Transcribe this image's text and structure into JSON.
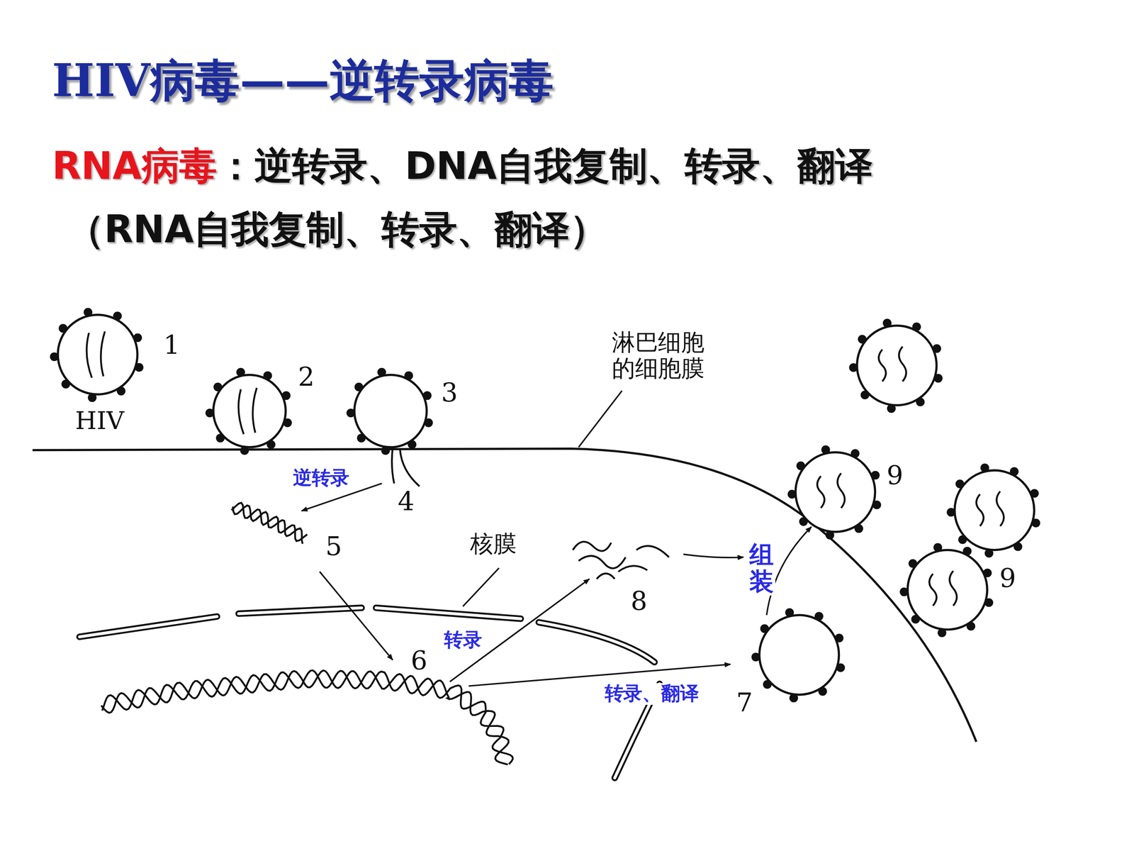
{
  "diagram": {
    "title": "HIV病毒——逆转录病毒",
    "labels": [
      "RNA病毒",
      "：逆转录、DNA自我复制、转录、翻译",
      "（RNA自我复制、转录、翻译）",
      "1",
      "2",
      "3",
      "HIV",
      "淋巴细胞的细胞膜",
      "逆转录",
      "4",
      "5",
      "核膜",
      "8",
      "组装",
      "9",
      "转录",
      "6",
      "转录、翻译",
      "7",
      "9"
    ]
  }
}
